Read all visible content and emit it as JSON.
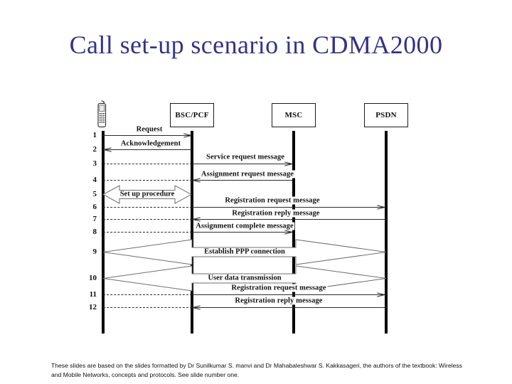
{
  "slide": {
    "title": "Call set-up scenario in CDMA2000",
    "title_color": "#333388",
    "footer": "These slides are based on the slides formatted by Dr Sunilkumar S. manvi and Dr Mahabaleshwar S. Kakkasageri, the authors of the textbook: Wireless and Mobile Networks, concepts and protocols. See slide number one."
  },
  "diagram": {
    "type": "sequence",
    "nodes": [
      {
        "id": "ms",
        "label": "",
        "icon": "mobile-handset-icon"
      },
      {
        "id": "bsc",
        "label": "BSC/PCF",
        "icon": ""
      },
      {
        "id": "msc",
        "label": "MSC",
        "icon": ""
      },
      {
        "id": "psdn",
        "label": "PSDN",
        "icon": ""
      }
    ],
    "steps": [
      {
        "num": "1",
        "label": "Request",
        "from": "ms",
        "to": "bsc",
        "direction": "right",
        "style": "arrow"
      },
      {
        "num": "2",
        "label": "Acknowledgement",
        "from": "bsc",
        "to": "ms",
        "direction": "left",
        "style": "arrow"
      },
      {
        "num": "3",
        "label": "Service request message",
        "from": "bsc",
        "to": "msc",
        "direction": "right",
        "style": "arrow"
      },
      {
        "num": "4",
        "label": "Assignment request message",
        "from": "msc",
        "to": "bsc",
        "direction": "left",
        "style": "arrow"
      },
      {
        "num": "5",
        "label": "Set up procedure",
        "from": "ms",
        "to": "bsc",
        "direction": "both",
        "style": "block-arrow"
      },
      {
        "num": "6",
        "label": "Registration request message",
        "from": "bsc",
        "to": "psdn",
        "direction": "right",
        "style": "arrow"
      },
      {
        "num": "7",
        "label": "Registration reply message",
        "from": "psdn",
        "to": "bsc",
        "direction": "left",
        "style": "arrow"
      },
      {
        "num": "8",
        "label": "Assignment complete message",
        "from": "bsc",
        "to": "msc",
        "direction": "right",
        "style": "arrow"
      },
      {
        "num": "9",
        "label": "Establish PPP connection",
        "from": "ms",
        "to": "psdn",
        "direction": "both",
        "style": "block-arrow"
      },
      {
        "num": "10",
        "label": "User data transmission",
        "from": "ms",
        "to": "psdn",
        "direction": "both",
        "style": "block-arrow"
      },
      {
        "num": "11",
        "label": "Registration request message",
        "from": "bsc",
        "to": "psdn",
        "direction": "right",
        "style": "arrow"
      },
      {
        "num": "12",
        "label": "Registration reply message",
        "from": "psdn",
        "to": "bsc",
        "direction": "left",
        "style": "arrow"
      }
    ]
  }
}
